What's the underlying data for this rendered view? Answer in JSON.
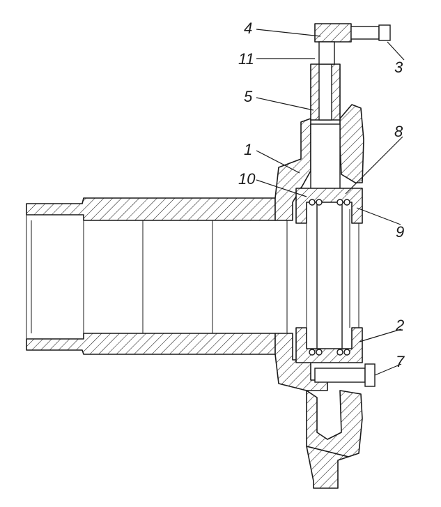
{
  "callouts": [
    {
      "id": "4",
      "label": "4"
    },
    {
      "id": "11",
      "label": "11"
    },
    {
      "id": "3",
      "label": "3"
    },
    {
      "id": "5",
      "label": "5"
    },
    {
      "id": "8",
      "label": "8"
    },
    {
      "id": "1",
      "label": "1"
    },
    {
      "id": "10",
      "label": "10"
    },
    {
      "id": "9",
      "label": "9"
    },
    {
      "id": "2",
      "label": "2"
    },
    {
      "id": "7",
      "label": "7"
    }
  ],
  "colors": {
    "line": "#1a1a1a",
    "background": "#ffffff"
  }
}
